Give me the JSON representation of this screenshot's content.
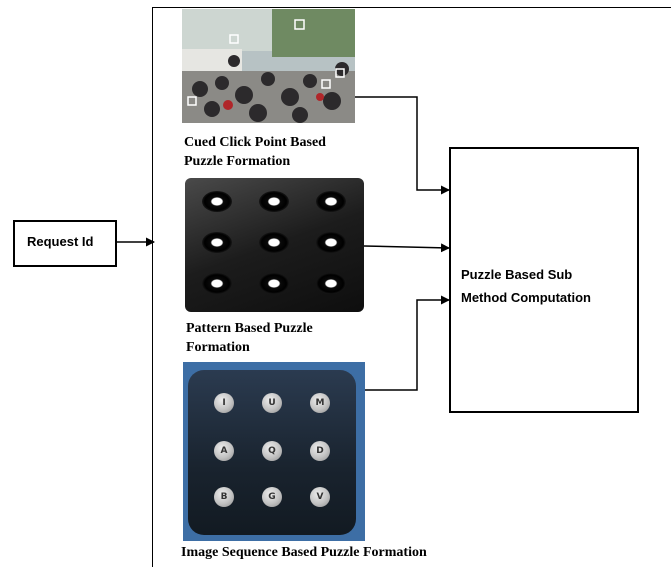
{
  "request_box": {
    "label": "Request Id"
  },
  "computation_box": {
    "label_line1": "Puzzle Based Sub",
    "label_line2": "Method Computation"
  },
  "cued_click": {
    "caption_line1": "Cued Click Point Based",
    "caption_line2": "Puzzle Formation"
  },
  "pattern": {
    "caption_line1": "Pattern Based Puzzle",
    "caption_line2": "Formation"
  },
  "image_sequence": {
    "caption": "Image Sequence Based Puzzle Formation",
    "letters": [
      "I",
      "U",
      "M",
      "A",
      "Q",
      "D",
      "B",
      "G",
      "V"
    ]
  }
}
